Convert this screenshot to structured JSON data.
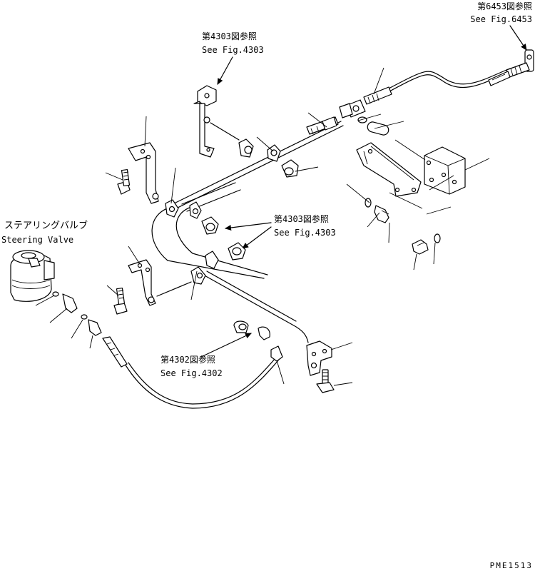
{
  "refs": {
    "fig6453": {
      "jp": "第6453図参照",
      "en": "See Fig.6453"
    },
    "fig4303_top": {
      "jp": "第4303図参照",
      "en": "See Fig.4303"
    },
    "fig4303_mid": {
      "jp": "第4303図参照",
      "en": "See Fig.4303"
    },
    "fig4302": {
      "jp": "第4302図参照",
      "en": "See Fig.4302"
    }
  },
  "steering_valve": {
    "jp": "ステアリングバルブ",
    "en": "Steering Valve"
  },
  "drawing_code": "PME1513"
}
